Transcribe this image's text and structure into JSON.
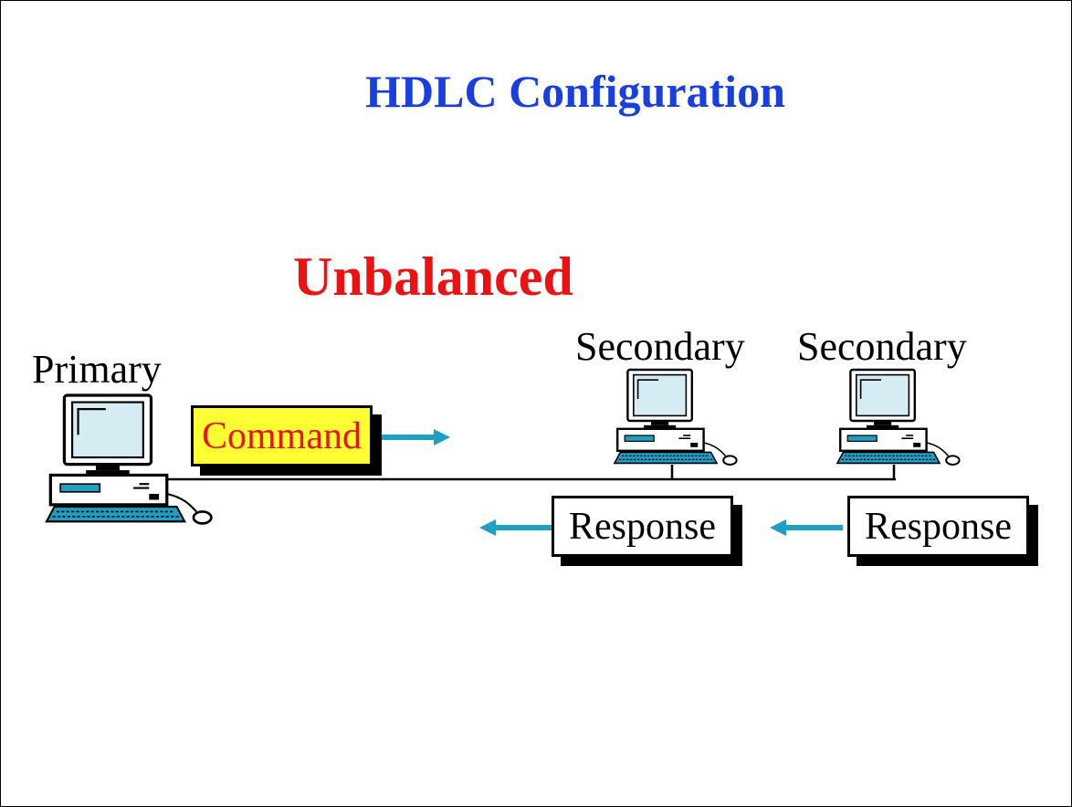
{
  "slide": {
    "title": "HDLC Configuration",
    "mode": "Unbalanced"
  },
  "nodes": {
    "primary": {
      "label": "Primary",
      "icon": "computer-icon"
    },
    "secondary_1": {
      "label": "Secondary",
      "icon": "computer-icon"
    },
    "secondary_2": {
      "label": "Secondary",
      "icon": "computer-icon"
    }
  },
  "frames": {
    "command": {
      "label": "Command",
      "fill": "#ffff33",
      "text_color": "#ee1111"
    },
    "response_1": {
      "label": "Response"
    },
    "response_2": {
      "label": "Response"
    }
  },
  "colors": {
    "title": "#1a3fe0",
    "mode": "#ee1111",
    "arrow": "#1f9fc4",
    "screen": "#d5ecf2"
  }
}
